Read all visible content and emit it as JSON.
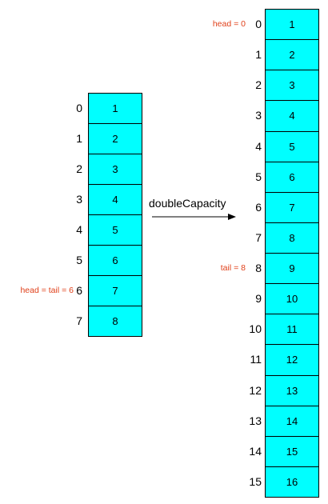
{
  "colors": {
    "cell_fill": "#00ffff",
    "annotation": "#e0401a"
  },
  "before": {
    "indices": [
      "0",
      "1",
      "2",
      "3",
      "4",
      "5",
      "6",
      "7"
    ],
    "values": [
      "1",
      "2",
      "3",
      "4",
      "5",
      "6",
      "7",
      "8"
    ],
    "pointer": {
      "label": "head = tail = 6",
      "index": 6
    }
  },
  "action": {
    "label": "doubleCapacity"
  },
  "after": {
    "indices": [
      "0",
      "1",
      "2",
      "3",
      "4",
      "5",
      "6",
      "7",
      "8",
      "9",
      "10",
      "11",
      "12",
      "13",
      "14",
      "15"
    ],
    "values": [
      "1",
      "2",
      "3",
      "4",
      "5",
      "6",
      "7",
      "8",
      "9",
      "10",
      "11",
      "12",
      "13",
      "14",
      "15",
      "16"
    ],
    "pointers": [
      {
        "label": "head = 0",
        "index": 0
      },
      {
        "label": "tail = 8",
        "index": 8
      }
    ]
  }
}
